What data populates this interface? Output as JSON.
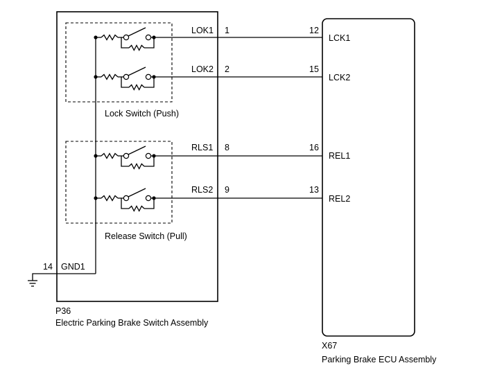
{
  "switch_assembly": {
    "connector": "P36",
    "name": "Electric Parking Brake Switch Assembly",
    "lock_group_label": "Lock Switch (Push)",
    "release_group_label": "Release Switch (Pull)"
  },
  "ecu": {
    "connector": "X67",
    "name": "Parking Brake ECU Assembly"
  },
  "circuits": [
    {
      "switch_pin_name": "LOK1",
      "switch_pin": "1",
      "ecu_pin": "12",
      "ecu_pin_name": "LCK1"
    },
    {
      "switch_pin_name": "LOK2",
      "switch_pin": "2",
      "ecu_pin": "15",
      "ecu_pin_name": "LCK2"
    },
    {
      "switch_pin_name": "RLS1",
      "switch_pin": "8",
      "ecu_pin": "16",
      "ecu_pin_name": "REL1"
    },
    {
      "switch_pin_name": "RLS2",
      "switch_pin": "9",
      "ecu_pin": "13",
      "ecu_pin_name": "REL2"
    }
  ],
  "ground": {
    "pin": "14",
    "pin_name": "GND1"
  }
}
